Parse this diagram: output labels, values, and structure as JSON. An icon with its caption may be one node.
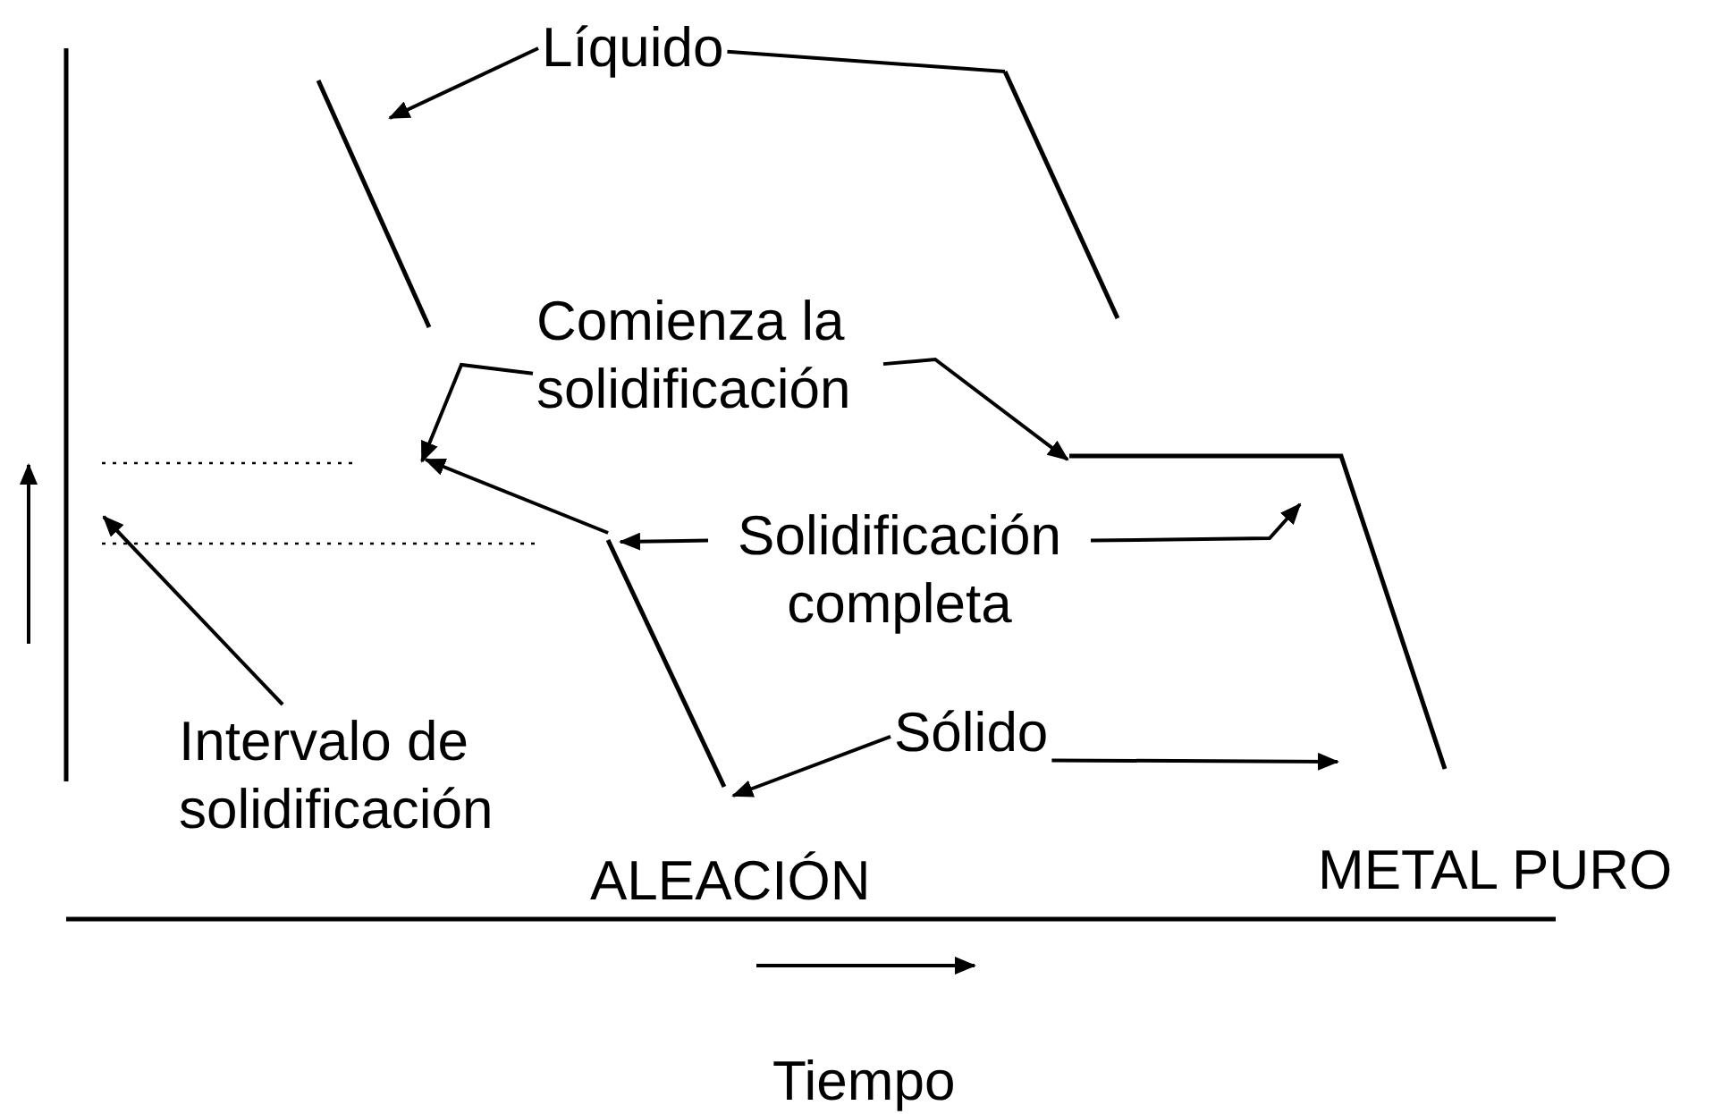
{
  "diagram": {
    "nodes": [
      {
        "text": [
          "Líquido"
        ]
      },
      {
        "text": [
          "Comienza la solidificación"
        ]
      },
      {
        "text": [
          "Solidificación completa"
        ]
      },
      {
        "text": [
          "Intervalo de solidificación"
        ]
      },
      {
        "text": [
          "Sólido"
        ]
      },
      {
        "text": [],
        "shape": "line"
      },
      {
        "text": [],
        "shape": "line"
      },
      {
        "text": [],
        "shape": "line"
      },
      {
        "text": [],
        "shape": "line"
      }
    ],
    "edges": [
      {
        "from": 0,
        "to": 5,
        "arrow": "to"
      },
      {
        "from": 0,
        "to": 7,
        "arrow": "none"
      },
      {
        "from": 1,
        "to": null,
        "arrow": "to"
      },
      {
        "from": 1,
        "to": 8,
        "arrow": "to"
      },
      {
        "from": 2,
        "to": 6,
        "arrow": "to"
      },
      {
        "from": 2,
        "to": 8,
        "arrow": "to"
      },
      {
        "from": 3,
        "to": null,
        "arrow": "to"
      },
      {
        "from": 4,
        "to": 6,
        "arrow": "to"
      },
      {
        "from": 4,
        "to": 8,
        "arrow": "to"
      },
      {
        "from": 6,
        "to": null,
        "arrow": "to"
      }
    ],
    "labels": [
      "ALEACIÓN",
      "METAL PURO",
      "Tiempo"
    ]
  }
}
